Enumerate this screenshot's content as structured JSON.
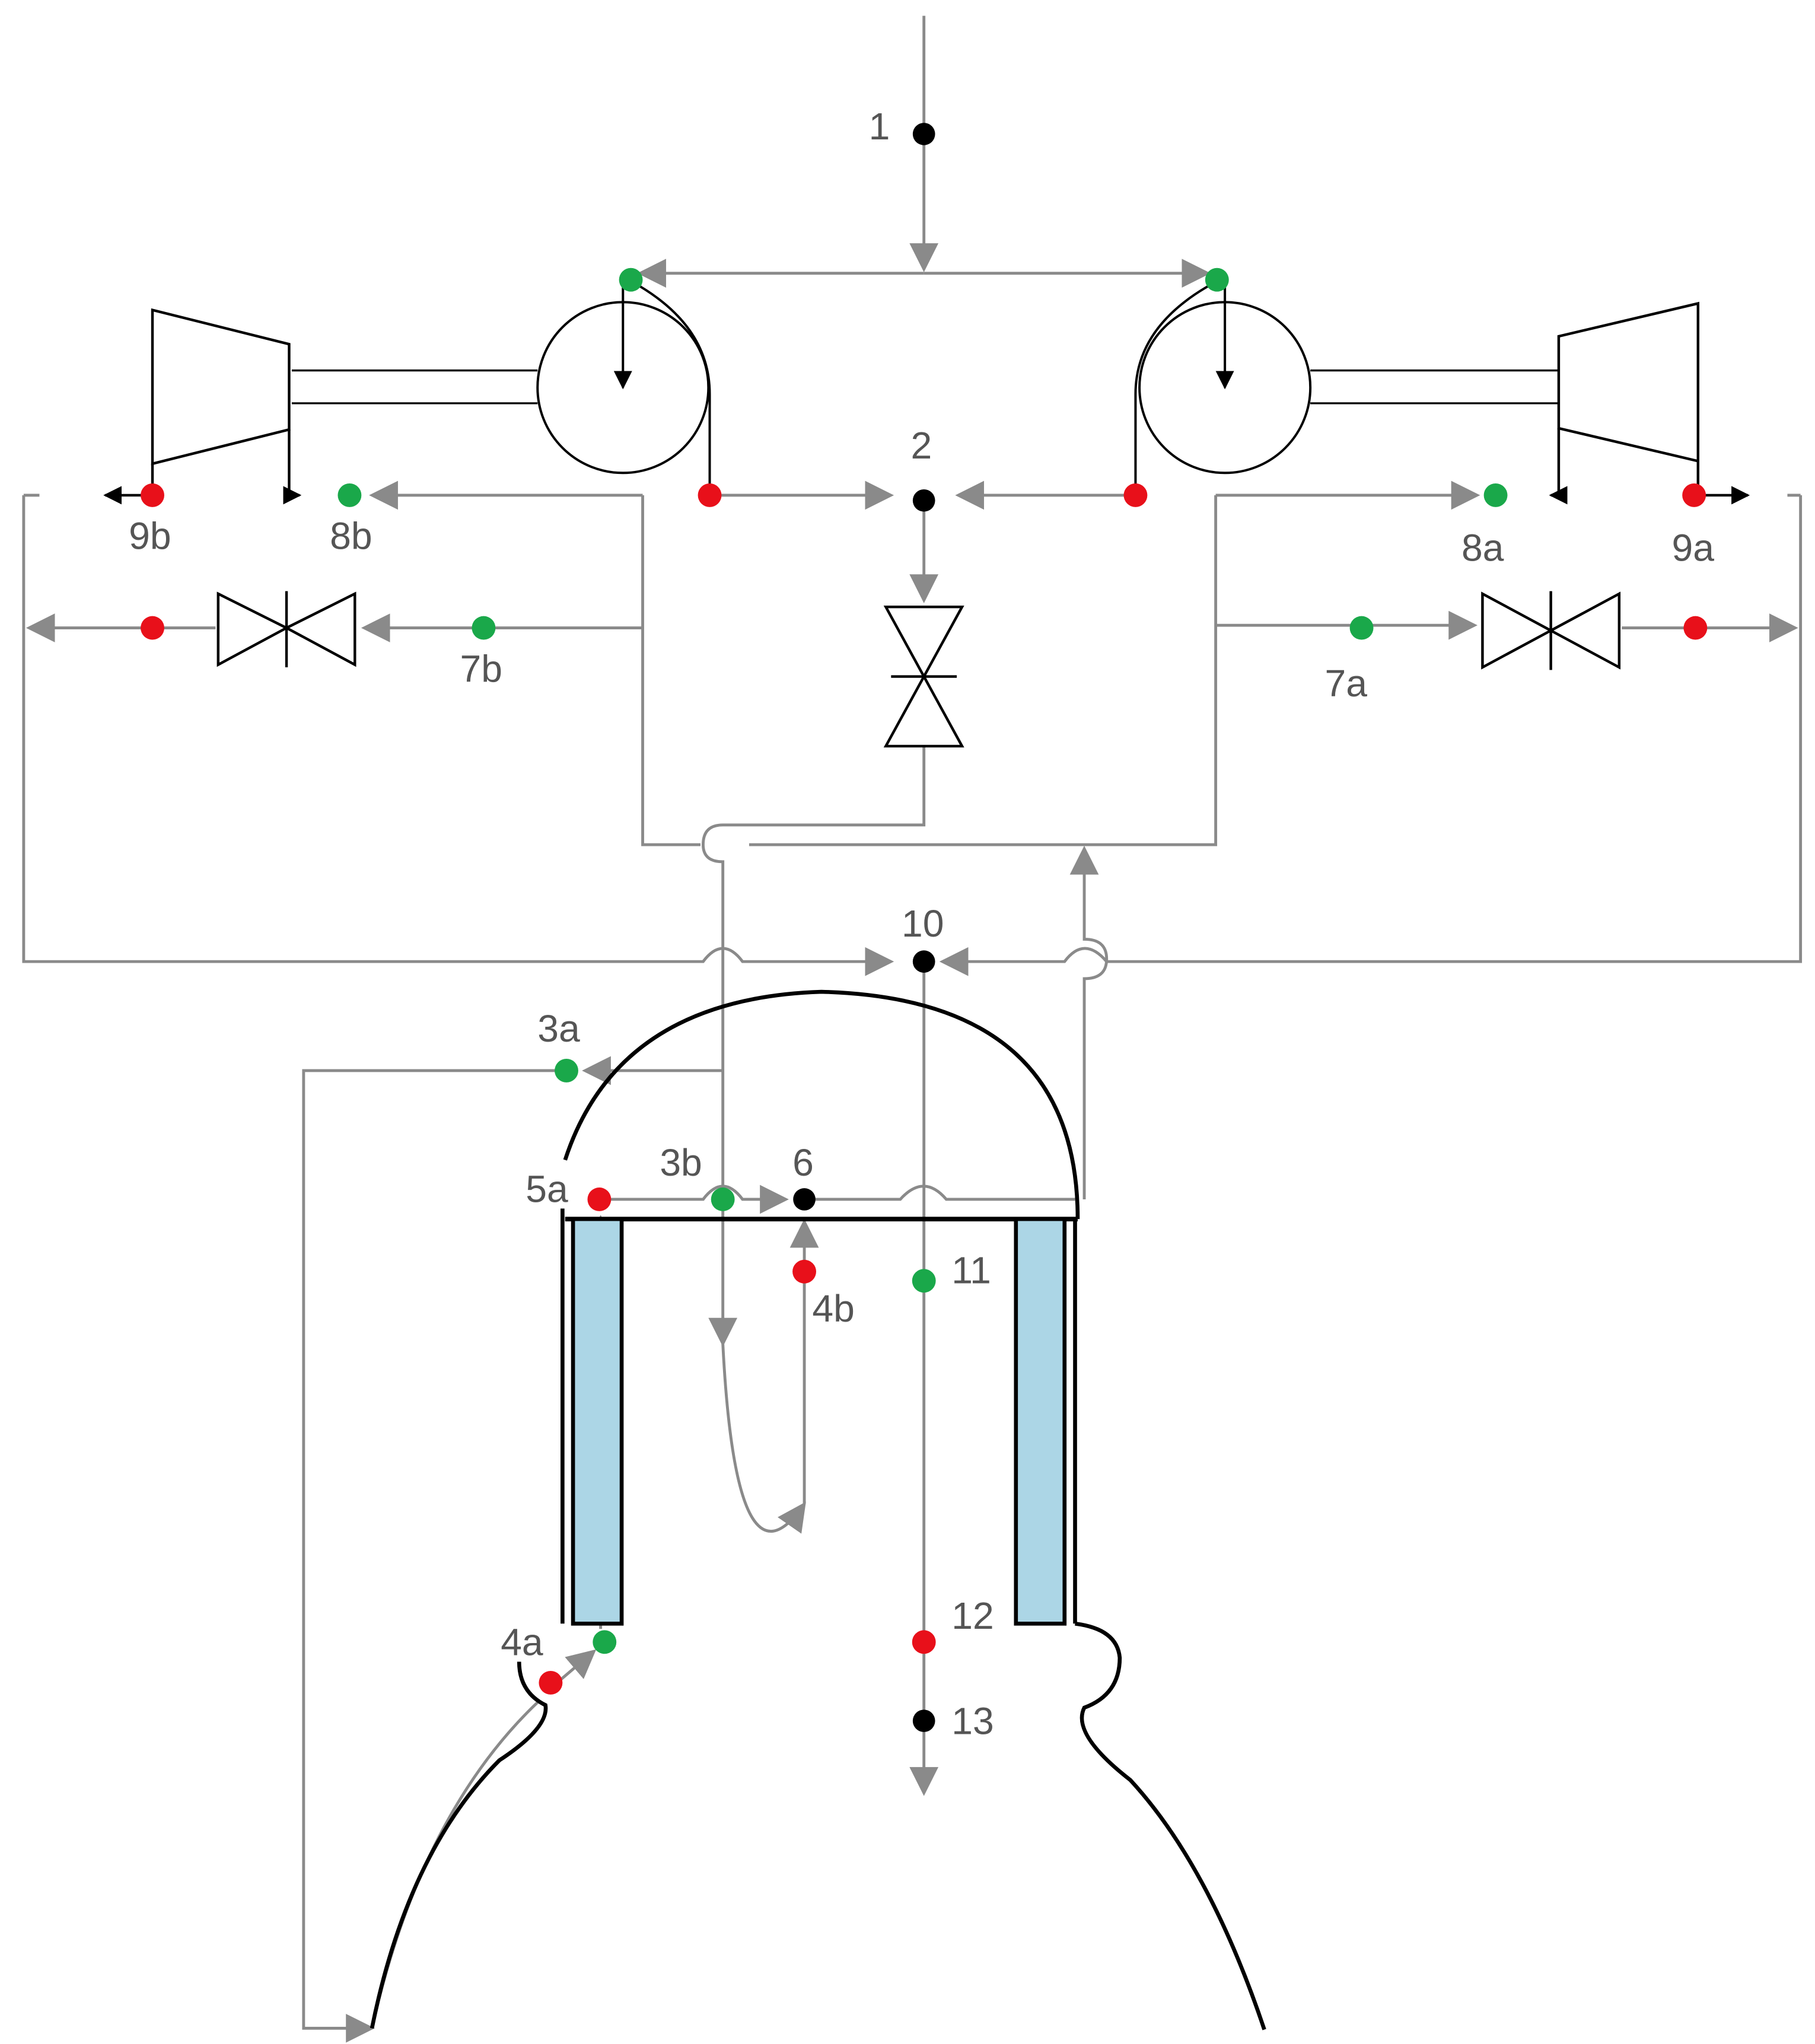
{
  "colors": {
    "line": "#8a8a8a",
    "outline": "#000000",
    "chamber_fill": "#acd6e6",
    "node_black": "#000000",
    "node_red": "#e8101a",
    "node_green": "#1aa84a"
  },
  "station_labels": {
    "s1": "1",
    "s2": "2",
    "s3a": "3a",
    "s3b": "3b",
    "s4a": "4a",
    "s4b": "4b",
    "s5a": "5a",
    "s6": "6",
    "s7a": "7a",
    "s7b": "7b",
    "s8a": "8a",
    "s8b": "8b",
    "s9a": "9a",
    "s9b": "9b",
    "s10": "10",
    "s11": "11",
    "s12": "12",
    "s13": "13"
  }
}
